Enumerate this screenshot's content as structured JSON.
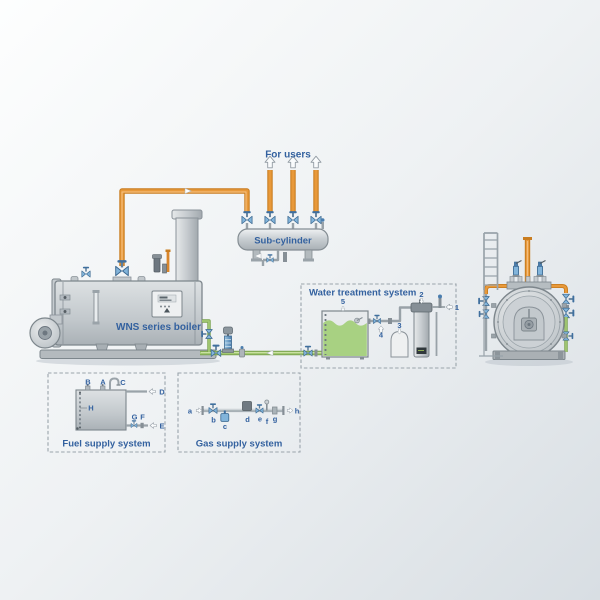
{
  "colors": {
    "label_blue": "#33619f",
    "pipe_orange": "#dd8e32",
    "pipe_green": "#9cc168",
    "valve_blue": "#82b4da",
    "equipment_gray": "#c9ced2",
    "background_top": "#fdfefe",
    "background_bottom": "#d8dee3"
  },
  "steam_distribution": {
    "for_users_label": "For users",
    "sub_cylinder_label": "Sub-cylinder"
  },
  "boiler": {
    "label": "WNS series boiler"
  },
  "water_treatment": {
    "title": "Water treatment system",
    "numbers": [
      "1",
      "2",
      "3",
      "4",
      "5"
    ]
  },
  "fuel_system": {
    "title": "Fuel supply system",
    "port_labels": [
      "B",
      "A",
      "C",
      "D",
      "H",
      "G",
      "F",
      "E"
    ]
  },
  "gas_system": {
    "title": "Gas supply system",
    "component_labels": [
      "a",
      "b",
      "c",
      "d",
      "e",
      "f",
      "g",
      "h"
    ]
  }
}
